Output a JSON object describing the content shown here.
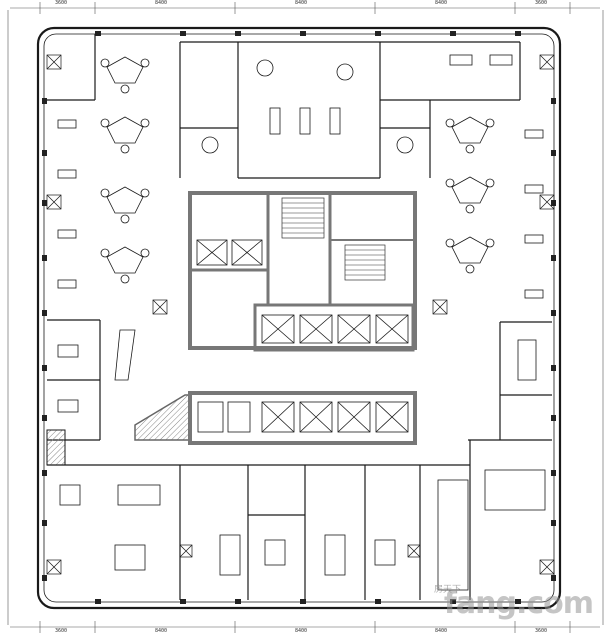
{
  "dimensions": {
    "top": [
      "3600",
      "8400",
      "8400",
      "8400",
      "3600"
    ],
    "bottom": [
      "3600",
      "8400",
      "8400",
      "8400",
      "3600"
    ]
  },
  "watermark": {
    "brand": "fang.com",
    "cn": "房天下"
  },
  "colors": {
    "line": "#1a1a1a",
    "core_wall": "#7a7a7a",
    "hatch": "#999999"
  }
}
